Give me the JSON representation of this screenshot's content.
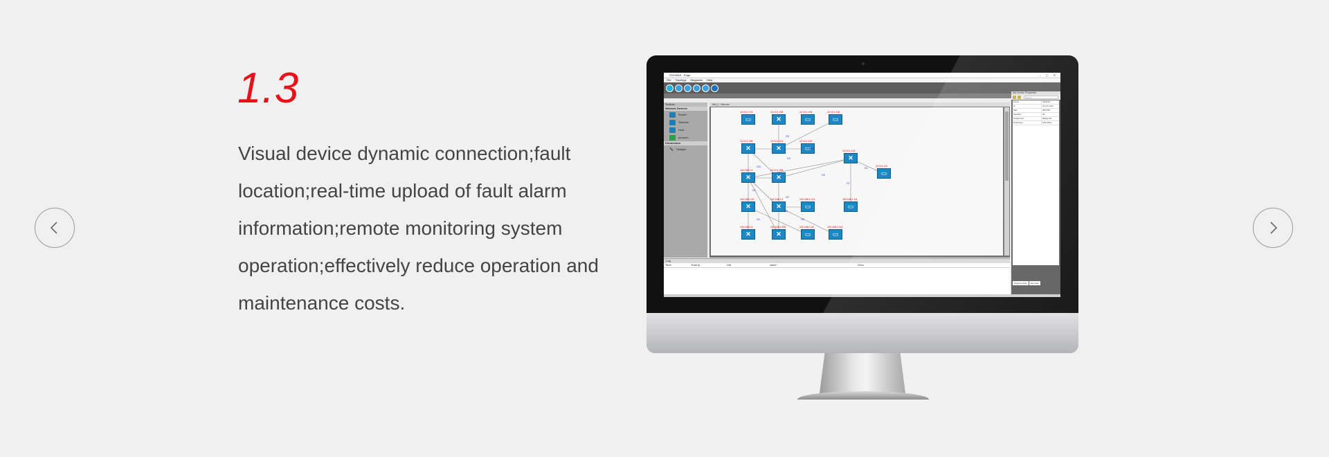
{
  "slide": {
    "number": "1.3",
    "description": "Visual device dynamic connection;fault location;real-time upload of fault alarm information;remote monitoring system operation;effectively reduce operation and maintenance costs."
  },
  "nav": {
    "prev_icon": "chevron-left-icon",
    "next_icon": "chevron-right-icon"
  },
  "colors": {
    "accent": "#e8101a",
    "text": "#444444",
    "background": "#f0f0f0",
    "device": "#1d88c4"
  },
  "app": {
    "title": "OSCMAS - Edge",
    "menu": [
      "File",
      "Topology",
      "Diagnosis",
      "Help"
    ],
    "left_panel": {
      "heading": "Toolbox",
      "group_devices": "Network Devices",
      "devices": [
        {
          "label": "Router"
        },
        {
          "label": "Switcher"
        },
        {
          "label": "Host"
        },
        {
          "label": "personn"
        }
      ],
      "group_connectors": "Connectors",
      "connectors": [
        {
          "label": "Straight"
        }
      ]
    },
    "canvas_tab": "Net_0 - Bus.csv",
    "nodes": [
      {
        "label": "10.10.1.176",
        "kind": "pc"
      },
      {
        "label": "10.10.1.254",
        "kind": "switch"
      },
      {
        "label": "10.10.1.194",
        "kind": "pc"
      },
      {
        "label": "10.10.1.151",
        "kind": "pc"
      },
      {
        "label": "10.10.1.248",
        "kind": "switch"
      },
      {
        "label": "10.10.1.101",
        "kind": "switch"
      },
      {
        "label": "10.10.1.122",
        "kind": "pc"
      },
      {
        "label": "10.10.1.122",
        "kind": "switch"
      },
      {
        "label": "10.10.1.15",
        "kind": "pc"
      },
      {
        "label": "192.168.1.9",
        "kind": "switch"
      },
      {
        "label": "10.10.1.254",
        "kind": "switch"
      },
      {
        "label": "192.168.1.40",
        "kind": "switch"
      },
      {
        "label": "192.168.1.2",
        "kind": "switch"
      },
      {
        "label": "192.168.1.121",
        "kind": "pc"
      },
      {
        "label": "192.168.1.111",
        "kind": "pc"
      },
      {
        "label": "192.168.1.4",
        "kind": "switch"
      },
      {
        "label": "192.168.1.200",
        "kind": "switch"
      },
      {
        "label": "192.168.1.18",
        "kind": "pc"
      },
      {
        "label": "192.168.1.214",
        "kind": "pc"
      }
    ],
    "edge_labels": [
      "G5",
      "G3",
      "G16",
      "G11",
      "G4",
      "G9",
      "G1",
      "G7",
      "G2",
      "G8",
      "G4",
      "G6"
    ],
    "log": {
      "title": "Log",
      "columns": [
        "Time",
        "Trust Ip",
        "Uid",
        "value",
        "Desc"
      ]
    },
    "properties": {
      "title": "Net Device Properties",
      "search_placeholder": "Search",
      "rows": [
        {
          "key": "Name",
          "value": "Switcher"
        },
        {
          "key": "Ip",
          "value": "10.10.1.122"
        },
        {
          "key": "Mac",
          "value": "98:6f:58"
        },
        {
          "key": "SerialNo",
          "value": "24"
        },
        {
          "key": "NodeCount",
          "value": "Bridge Ro"
        },
        {
          "key": "NodeType",
          "value": "192.168.1"
        }
      ],
      "tabs": [
        "Property View",
        "Net View"
      ]
    }
  }
}
